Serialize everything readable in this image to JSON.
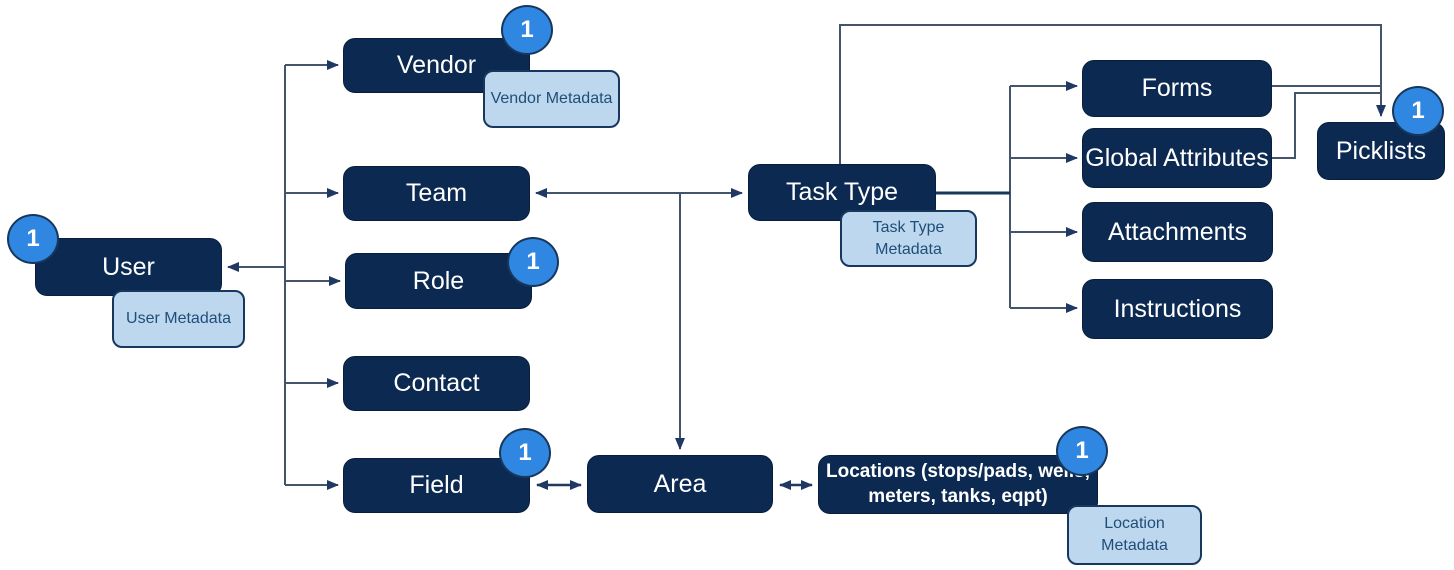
{
  "diagram": {
    "badge_value": "1",
    "nodes": {
      "user": "User",
      "vendor": "Vendor",
      "team": "Team",
      "role": "Role",
      "contact": "Contact",
      "field": "Field",
      "area": "Area",
      "task_type": "Task Type",
      "forms": "Forms",
      "global_attributes": "Global Attributes",
      "attachments": "Attachments",
      "instructions": "Instructions",
      "picklists": "Picklists",
      "locations": "Locations (stops/pads, wells, meters, tanks, eqpt)"
    },
    "metadata_notes": {
      "user": "User Metadata",
      "vendor": "Vendor Metadata",
      "task_type": "Task Type Metadata",
      "location": "Location Metadata"
    },
    "colors": {
      "node_fill": "#0C2A51",
      "node_text": "#FFFFFF",
      "metadata_fill": "#BDD7EE",
      "metadata_border": "#17375D",
      "metadata_text": "#1F4E79",
      "badge_fill": "#2F87E1",
      "badge_border": "#17375D",
      "connector": "#44546A",
      "arrowhead": "#1F3864"
    }
  }
}
